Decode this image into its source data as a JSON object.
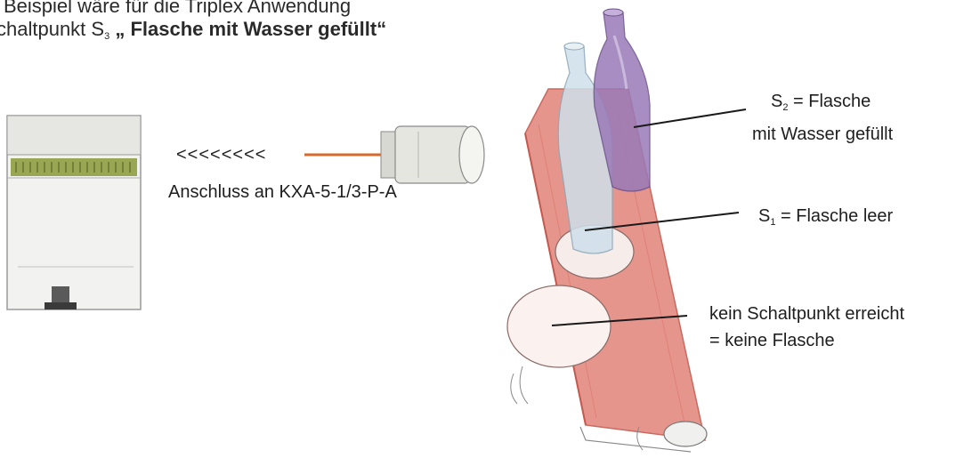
{
  "header": {
    "line1": "Beispiel wäre für die Triplex Anwendung",
    "line2_prefix": "chaltpunkt S",
    "line2_sub": "3",
    "line2_bold": "„ Flasche mit Wasser gefüllt“"
  },
  "sensor": {
    "arrows": "<<<<<<<<",
    "connection_label": "Anschluss an KXA-5-1/3-P-A"
  },
  "labels": {
    "s2_prefix": "S",
    "s2_sub": "2",
    "s2_line1_rest": " = Flasche",
    "s2_line2": "mit Wasser gefüllt",
    "s1_prefix": "S",
    "s1_sub": "1",
    "s1_rest": " = Flasche leer",
    "none_line1": "kein Schaltpunkt erreicht",
    "none_line2": "= keine Flasche"
  },
  "colors": {
    "belt": "#e38a80",
    "belt_dark": "#c4594f",
    "bottle_purple": "#9a7ab8",
    "bottle_clear": "#cfe0ea",
    "device_green": "#8a9a3a"
  }
}
